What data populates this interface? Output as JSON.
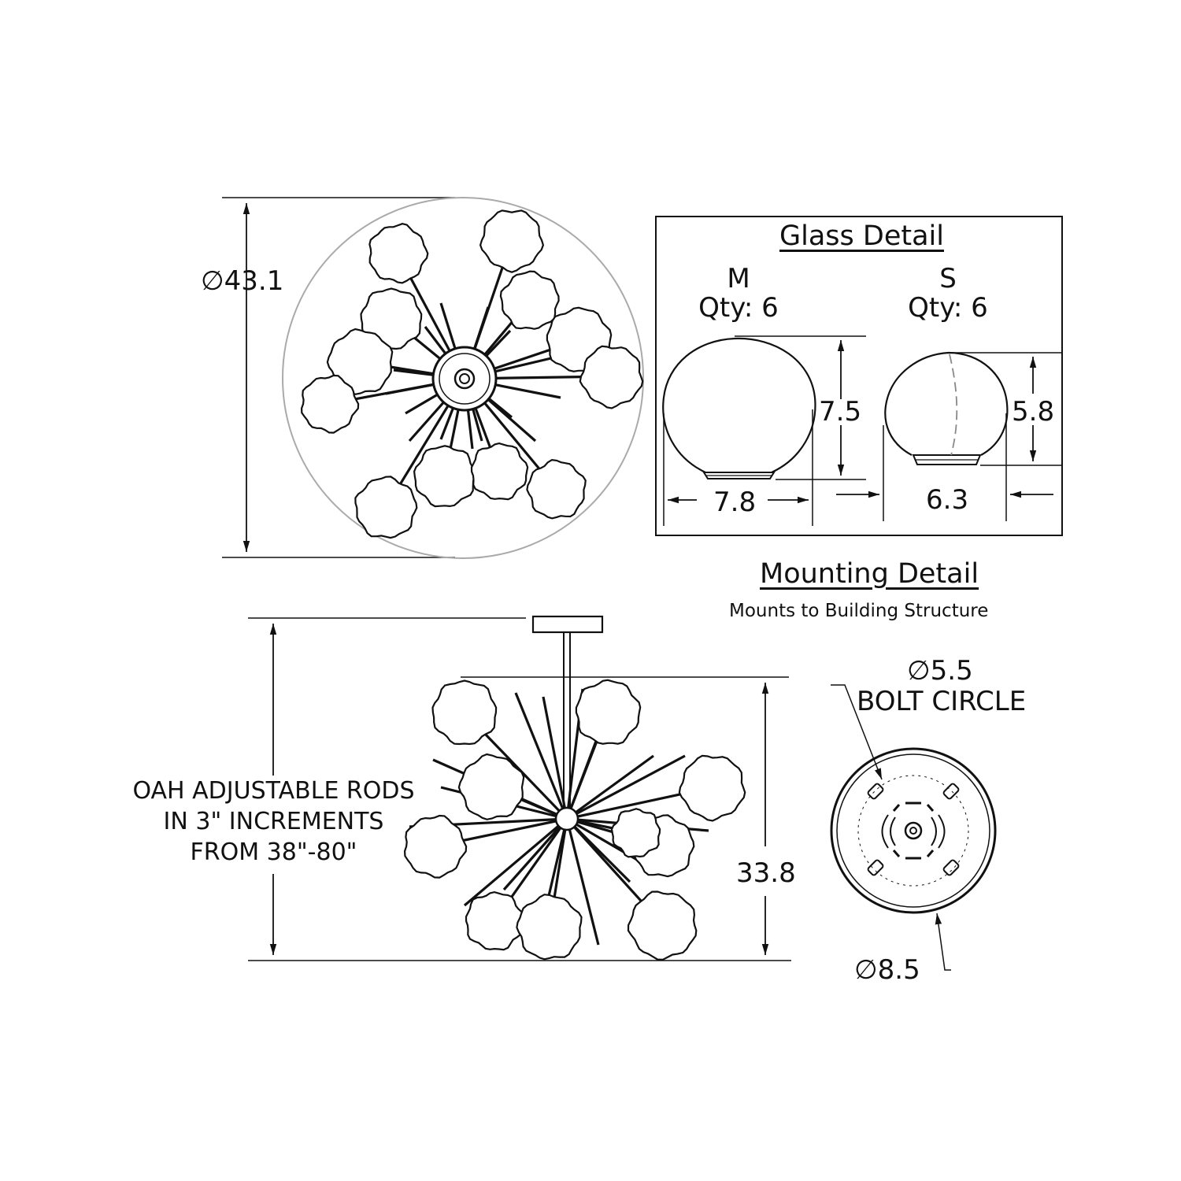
{
  "top_view": {
    "diameter_symbol": "∅",
    "diameter": "43.1"
  },
  "glass_detail": {
    "title": "Glass Detail",
    "medium": {
      "size": "M",
      "qty": "Qty: 6",
      "height": "7.5",
      "width": "7.8"
    },
    "small": {
      "size": "S",
      "qty": "Qty: 6",
      "height": "5.8",
      "width": "6.3"
    }
  },
  "mounting_detail": {
    "title": "Mounting Detail",
    "subtitle": "Mounts to Building Structure",
    "bolt_circle_diameter": "5.5",
    "bolt_circle_label": "BOLT CIRCLE",
    "canopy_diameter": "8.5",
    "diameter_symbol": "∅"
  },
  "side_view": {
    "oah_note": [
      "OAH ADJUSTABLE RODS",
      "IN 3\" INCREMENTS",
      "FROM 38\"-80\""
    ],
    "height": "33.8"
  }
}
